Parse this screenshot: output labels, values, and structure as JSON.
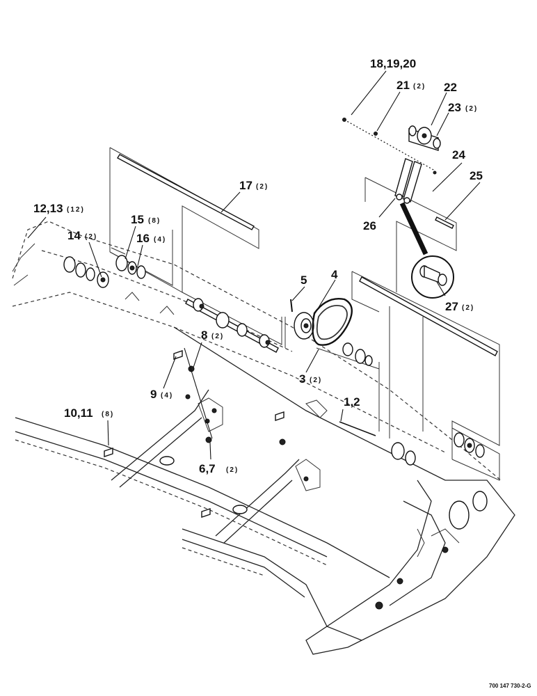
{
  "callouts": [
    {
      "id": "c1",
      "num": "18,19,20",
      "qty": ""
    },
    {
      "id": "c2",
      "num": "21",
      "qty": "(2)"
    },
    {
      "id": "c3",
      "num": "22",
      "qty": ""
    },
    {
      "id": "c4",
      "num": "23",
      "qty": "(2)"
    },
    {
      "id": "c5",
      "num": "24",
      "qty": ""
    },
    {
      "id": "c6",
      "num": "25",
      "qty": ""
    },
    {
      "id": "c7",
      "num": "26",
      "qty": ""
    },
    {
      "id": "c8",
      "num": "27",
      "qty": "(2)"
    },
    {
      "id": "c9",
      "num": "17",
      "qty": "(2)"
    },
    {
      "id": "c10",
      "num": "12,13",
      "qty": "(12)"
    },
    {
      "id": "c11",
      "num": "15",
      "qty": "(8)"
    },
    {
      "id": "c12",
      "num": "14",
      "qty": "(2)"
    },
    {
      "id": "c13",
      "num": "16",
      "qty": "(4)"
    },
    {
      "id": "c14",
      "num": "5",
      "qty": ""
    },
    {
      "id": "c15",
      "num": "4",
      "qty": ""
    },
    {
      "id": "c16",
      "num": "8",
      "qty": "(2)"
    },
    {
      "id": "c17",
      "num": "3",
      "qty": "(2)"
    },
    {
      "id": "c18",
      "num": "9",
      "qty": "(4)"
    },
    {
      "id": "c19",
      "num": "1,2",
      "qty": ""
    },
    {
      "id": "c20",
      "num": "10,11",
      "qty": "(8)"
    },
    {
      "id": "c21",
      "num": "6,7",
      "qty": "(2)"
    }
  ],
  "drawing_ref": "700 147 730-2-G"
}
